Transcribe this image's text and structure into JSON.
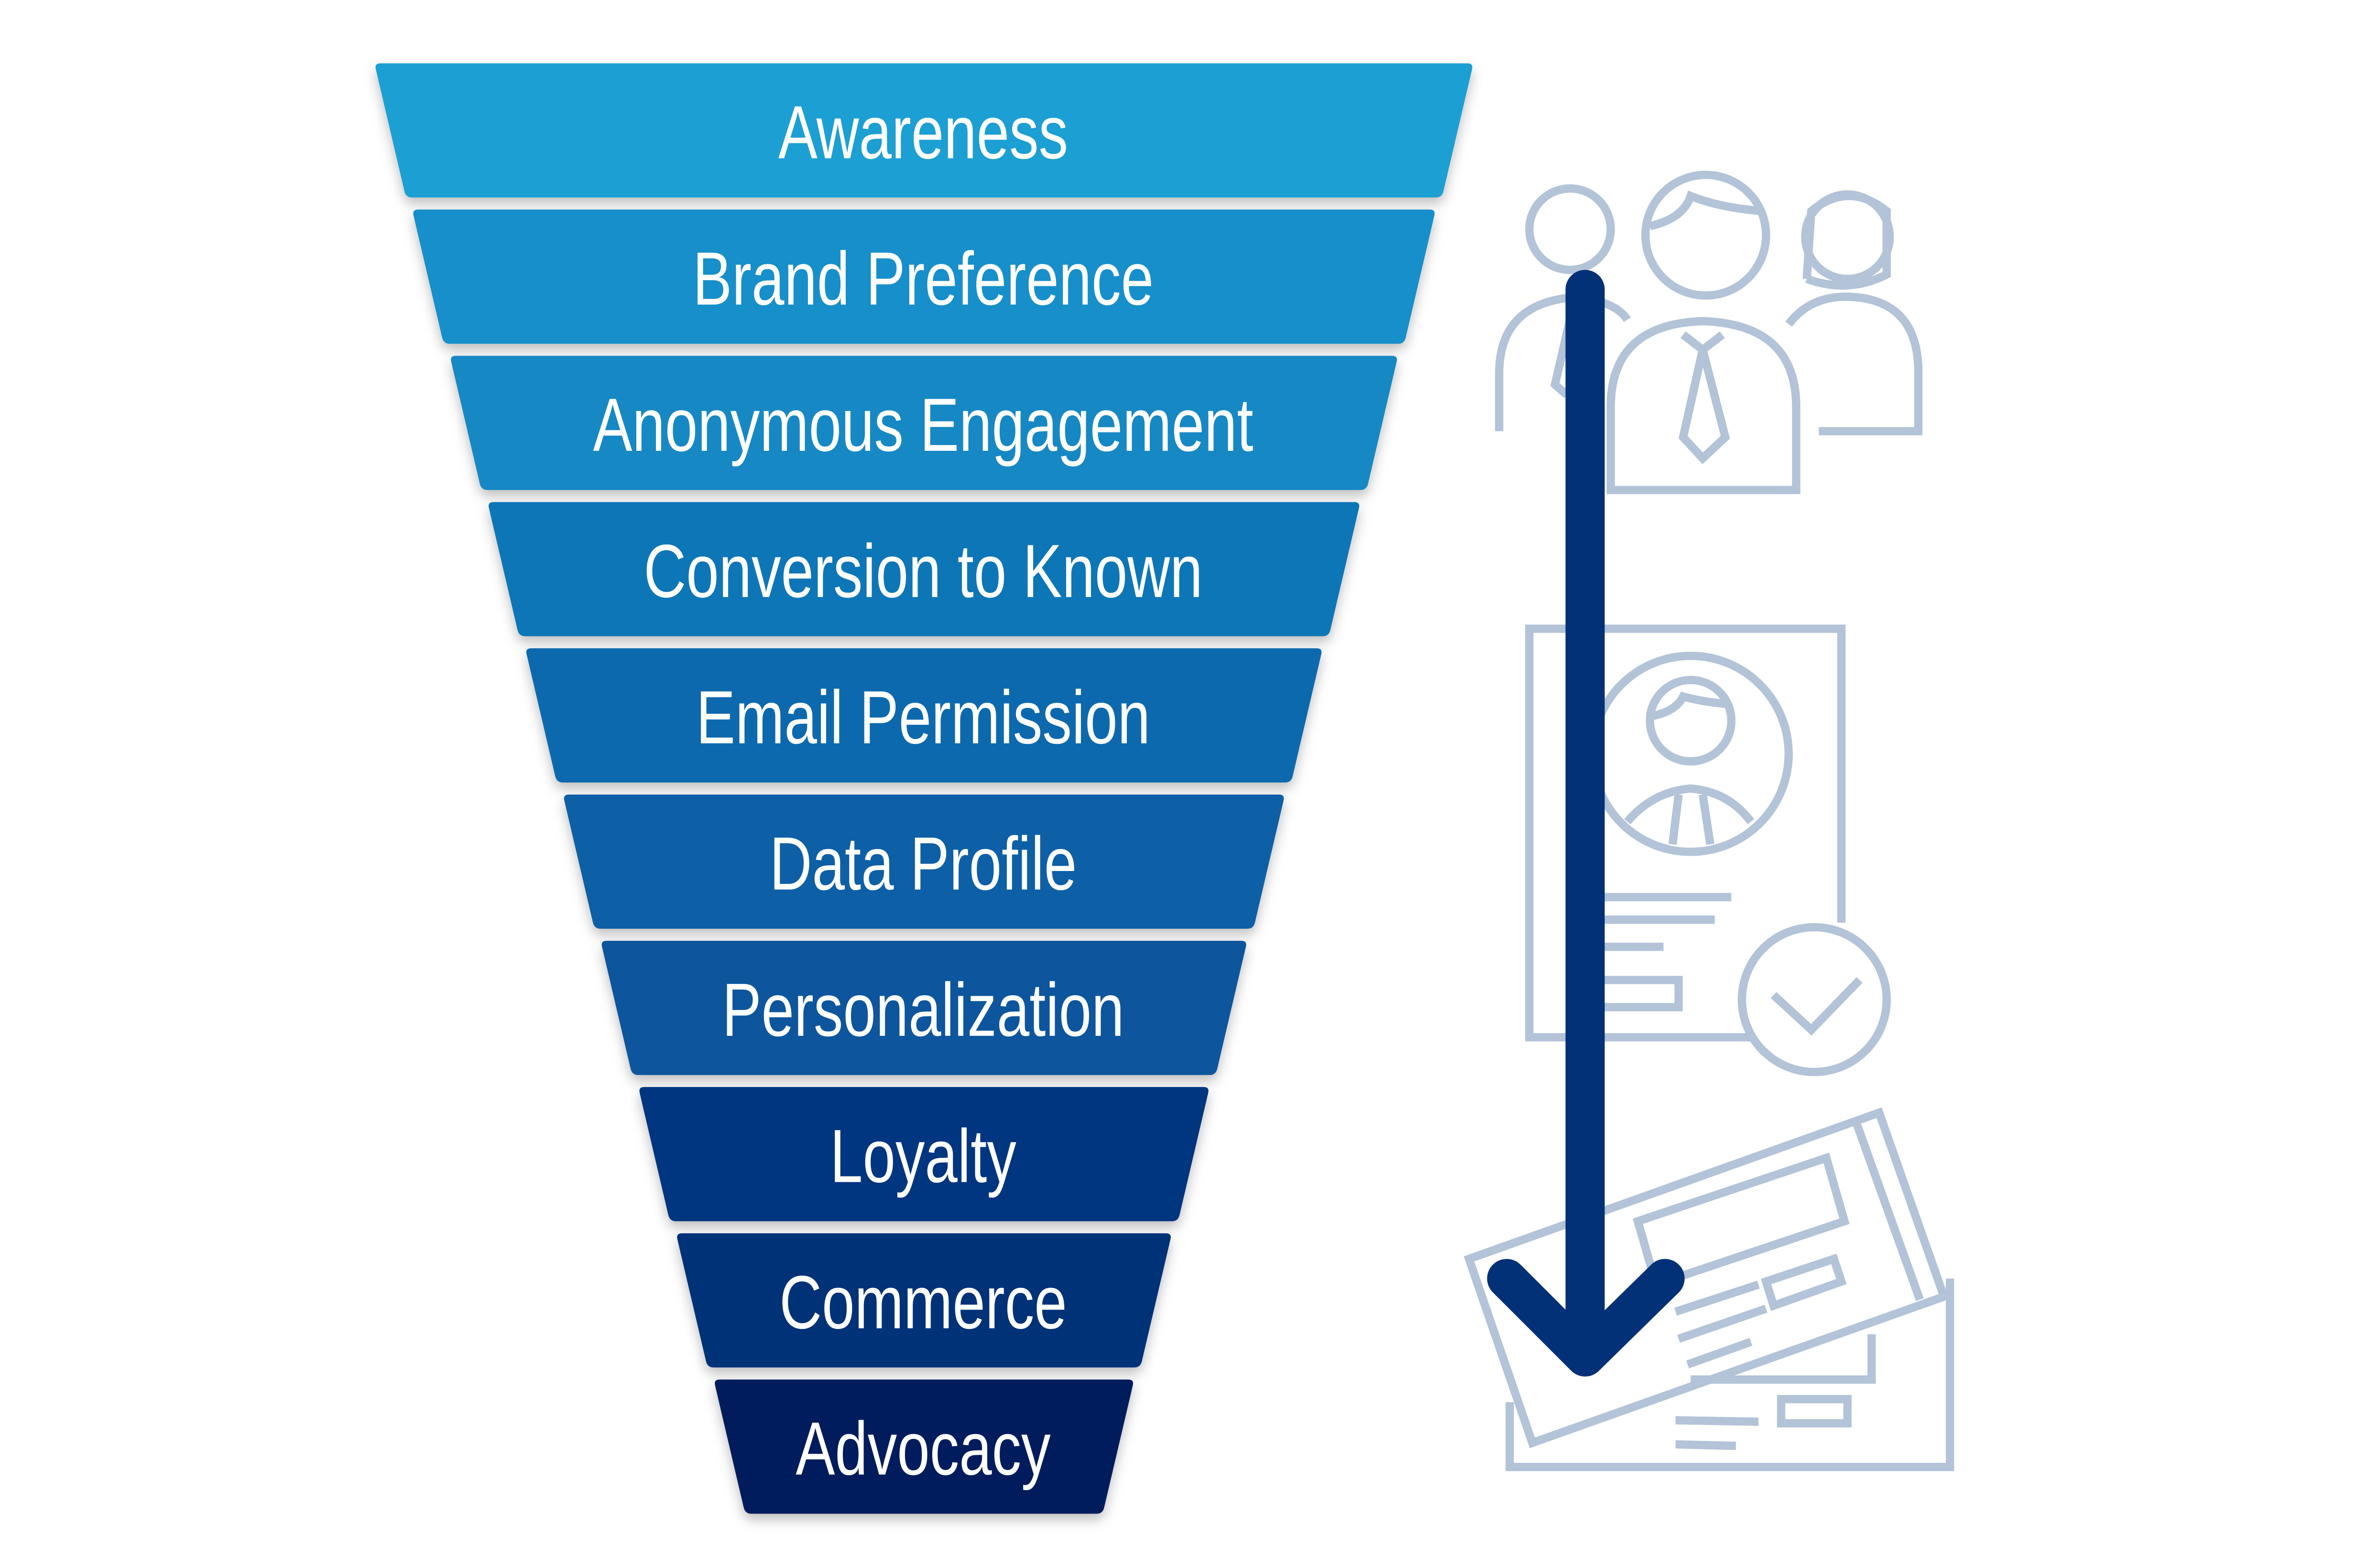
{
  "funnel": {
    "stages": [
      {
        "label": "Awareness",
        "color": "#1b9fd3"
      },
      {
        "label": "Brand Preference",
        "color": "#168fca"
      },
      {
        "label": "Anonymous Engagement",
        "color": "#1488c4"
      },
      {
        "label": "Conversion to Known",
        "color": "#0f76b7"
      },
      {
        "label": "Email Permission",
        "color": "#0c69ae"
      },
      {
        "label": "Data Profile",
        "color": "#0b5ea6"
      },
      {
        "label": "Personalization",
        "color": "#09559d"
      },
      {
        "label": "Loyalty",
        "color": "#053580"
      },
      {
        "label": "Commerce",
        "color": "#043078"
      },
      {
        "label": "Advocacy",
        "color": "#031d5c"
      }
    ]
  },
  "colors": {
    "icon": "#b3c3d8",
    "arrow": "#033177"
  },
  "icons": [
    "people-group-icon",
    "profile-document-check-icon",
    "tickets-icon",
    "down-arrow-icon"
  ]
}
